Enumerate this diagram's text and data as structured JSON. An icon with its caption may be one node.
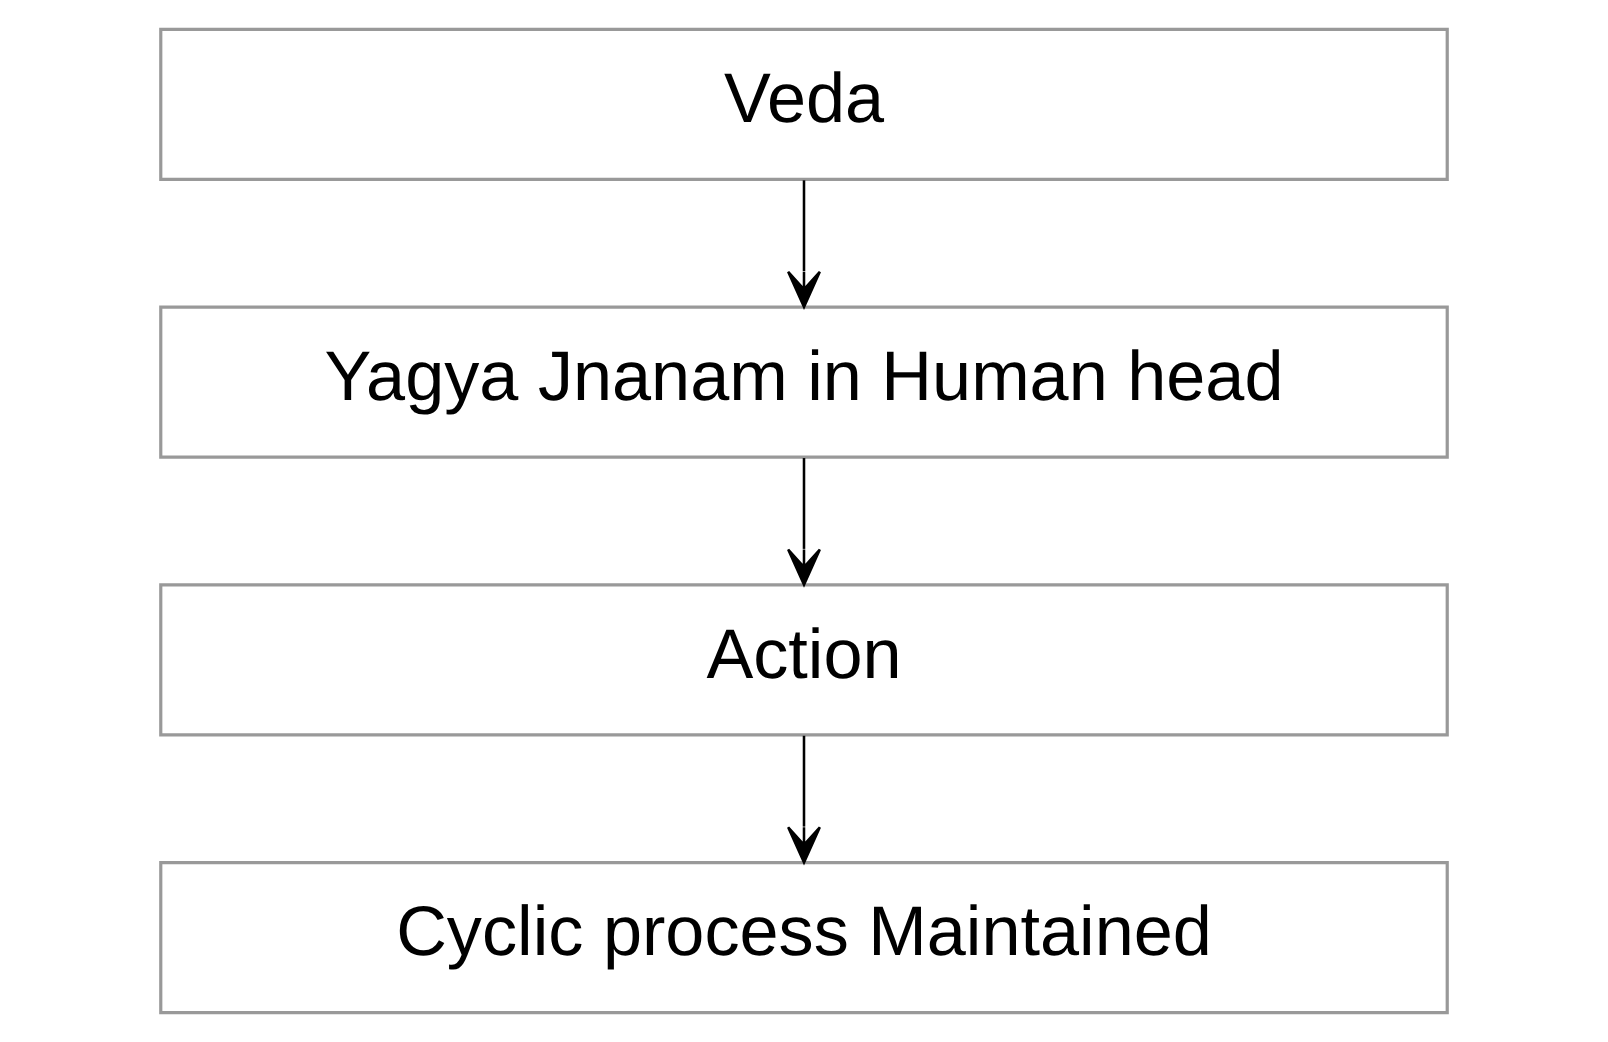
{
  "diagram": {
    "nodes": [
      {
        "text": [
          "Veda"
        ]
      },
      {
        "text": [
          "Yagya Jnanam in Human head"
        ]
      },
      {
        "text": [
          "Action"
        ]
      },
      {
        "text": [
          "Cyclic process Maintained"
        ]
      }
    ],
    "edges": [
      {
        "from": 0,
        "to": 1,
        "arrow": "to"
      },
      {
        "from": 1,
        "to": 2,
        "arrow": "to"
      },
      {
        "from": 2,
        "to": 3,
        "arrow": "to"
      }
    ]
  }
}
